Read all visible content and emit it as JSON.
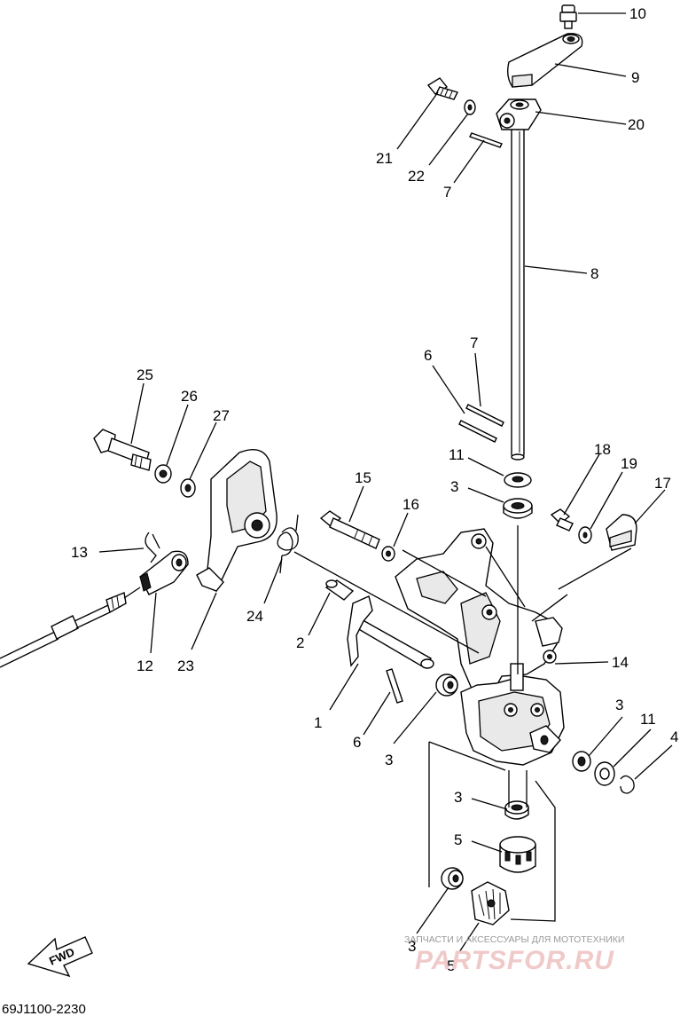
{
  "diagram": {
    "drawing_code": "69J1100-2230",
    "direction_label": "FWD",
    "watermark": {
      "caption": "ЗАПЧАСТИ И АКСЕССУАРЫ ДЛЯ МОТОТЕХНИКИ",
      "brand": "PARTSFOR.RU"
    },
    "callouts": [
      {
        "id": "c10",
        "label": "10"
      },
      {
        "id": "c9",
        "label": "9"
      },
      {
        "id": "c20",
        "label": "20"
      },
      {
        "id": "c21",
        "label": "21"
      },
      {
        "id": "c22",
        "label": "22"
      },
      {
        "id": "c7a",
        "label": "7"
      },
      {
        "id": "c8",
        "label": "8"
      },
      {
        "id": "c7b",
        "label": "7"
      },
      {
        "id": "c6a",
        "label": "6"
      },
      {
        "id": "c11a",
        "label": "11"
      },
      {
        "id": "c3a",
        "label": "3"
      },
      {
        "id": "c18",
        "label": "18"
      },
      {
        "id": "c19",
        "label": "19"
      },
      {
        "id": "c17",
        "label": "17"
      },
      {
        "id": "c25",
        "label": "25"
      },
      {
        "id": "c26",
        "label": "26"
      },
      {
        "id": "c27",
        "label": "27"
      },
      {
        "id": "c15",
        "label": "15"
      },
      {
        "id": "c16",
        "label": "16"
      },
      {
        "id": "c13",
        "label": "13"
      },
      {
        "id": "c24",
        "label": "24"
      },
      {
        "id": "c12",
        "label": "12"
      },
      {
        "id": "c23",
        "label": "23"
      },
      {
        "id": "c2",
        "label": "2"
      },
      {
        "id": "c14",
        "label": "14"
      },
      {
        "id": "c1",
        "label": "1"
      },
      {
        "id": "c6b",
        "label": "6"
      },
      {
        "id": "c3b",
        "label": "3"
      },
      {
        "id": "c3c",
        "label": "3"
      },
      {
        "id": "c11b",
        "label": "11"
      },
      {
        "id": "c4",
        "label": "4"
      },
      {
        "id": "c3d",
        "label": "3"
      },
      {
        "id": "c5a",
        "label": "5"
      },
      {
        "id": "c3e",
        "label": "3"
      },
      {
        "id": "c5b",
        "label": "5"
      }
    ]
  }
}
